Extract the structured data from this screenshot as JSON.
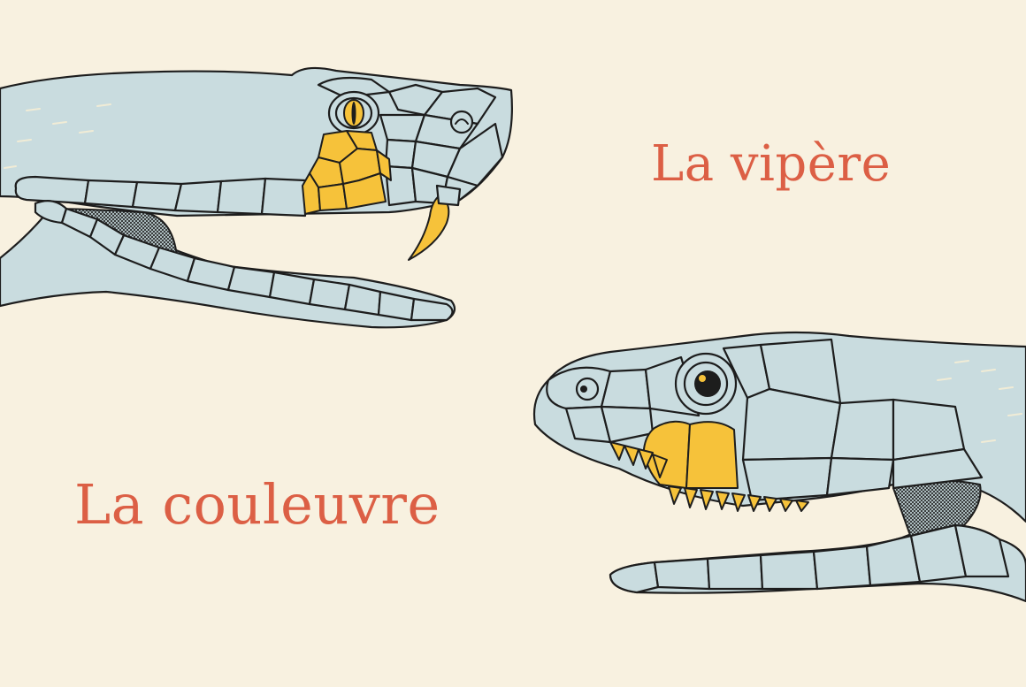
{
  "labels": {
    "viper": "La vipère",
    "couleuvre": "La couleuvre"
  },
  "colors": {
    "background": "#f8f1e0",
    "snake_body": "#c9dcdf",
    "outline": "#1d1d1d",
    "highlight_scales": "#f6c23a",
    "label_text": "#dc5f45",
    "body_dash": "#f1ecd6"
  },
  "figures": [
    {
      "name": "viper-head-illustration",
      "label": "La vipère"
    },
    {
      "name": "grass-snake-head-illustration",
      "label": "La couleuvre"
    }
  ]
}
